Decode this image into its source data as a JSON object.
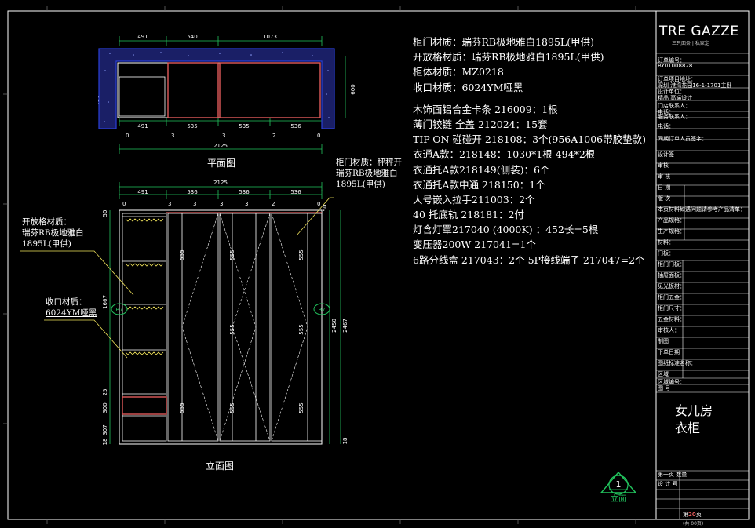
{
  "colors": {
    "background": "#000000",
    "line": "#ffffff",
    "accent_red": "#e05a5a",
    "dim_green": "#22c55e",
    "tag_yellow": "#f1e35c",
    "hatch_blue": "#2a3fd8"
  },
  "plan": {
    "title": "平面图",
    "top_dims": [
      "491",
      "540",
      "1073"
    ],
    "mid_dims": [
      "491",
      "535",
      "535",
      "536"
    ],
    "side_dims": [
      "450",
      "600"
    ],
    "marks": [
      "0",
      "3",
      "3",
      "2",
      "0"
    ],
    "total": "2125"
  },
  "elevation": {
    "title": "立面图",
    "top_total": "2125",
    "top_dims": [
      "491",
      "536",
      "536",
      "536"
    ],
    "marks": [
      "0",
      "3",
      "3",
      "3",
      "3",
      "2",
      "0"
    ],
    "left_dims": [
      "50",
      "1667",
      "25",
      "300",
      "307",
      "18"
    ],
    "right_dims": [
      "50",
      "2450",
      "2467",
      "18"
    ],
    "panel_dims": [
      "555",
      "555",
      "555",
      "555",
      "555",
      "555",
      "555",
      "555"
    ],
    "tags": [
      "B7",
      "B7"
    ]
  },
  "annotations": {
    "open_material": [
      "开放格材质：",
      "瑞芬RB极地雅白",
      "1895L(甲供)"
    ],
    "edge_material": [
      "收口材质：",
      "6024YM哑黑"
    ],
    "door_material": [
      "柜门材质：",
      "秤秤开",
      "瑞芬RB极地雅白",
      "1895L(甲供)"
    ]
  },
  "notes": {
    "materials": [
      "柜门材质：瑞芬RB极地雅白1895L(甲供)",
      "开放格材质：瑞芬RB极地雅白1895L(甲供)",
      "柜体材质：MZ0218",
      "收口材质：6024YM哑黑"
    ],
    "hardware": [
      "木饰面铝合金卡条  216009：1根",
      "薄门铰链 全盖 212024：15套",
      "TIP-ON  碰碰开 218108：3个(956A1006带胶垫款)",
      "衣通A款：218148：1030*1根  494*2根",
      "衣通托A款218149(侧装)：6个",
      "衣通托A款中通 218150：1个",
      "大号嵌入拉手211003：2个",
      "40 托底轨 218181：2付",
      "灯含灯罩217040  (4000K)  ：452长=5根",
      "变压器200W 217041=1个",
      "6路分线盒 217043：2个 5P接线端子 217047=2个"
    ]
  },
  "title_block": {
    "brand": "TRE GAZZE",
    "brand_sub": "三只面条 | 私家定",
    "fields": [
      "订单编号：",
      "BY01008828",
      "订单项目地址：",
      "深圳 港湾花园16-1-1701主卧",
      "设计单位：",
      "精品 高端设计",
      "门店联系人：",
      "电话：",
      "服务联系人：",
      "电话：",
      "同期订单人员签字：",
      "设计签",
      "审核",
      "审 核",
      "日 期",
      "版 次",
      "本页材料如遇问题请参考产品清单：",
      "产品规格：",
      "生产规格：",
      "材料：",
      "门板：",
      "柜门门板：",
      "抽屉面板：",
      "见光板材：",
      "柜门五金：",
      "柜门尺寸：",
      "五金材料：",
      "审核人：",
      "制图",
      "下单日期",
      "图纸标准名称：",
      "区域",
      "区域编号：",
      "图 号",
      "第一页 数量",
      "设 计 号"
    ],
    "drawing_name": [
      "女儿房",
      "衣柜"
    ],
    "page_no": "20",
    "page_prefix": "第",
    "page_suffix": "页",
    "sheet_total": "(共 00页)"
  },
  "view_marker": {
    "number": "1",
    "label": "立面"
  }
}
